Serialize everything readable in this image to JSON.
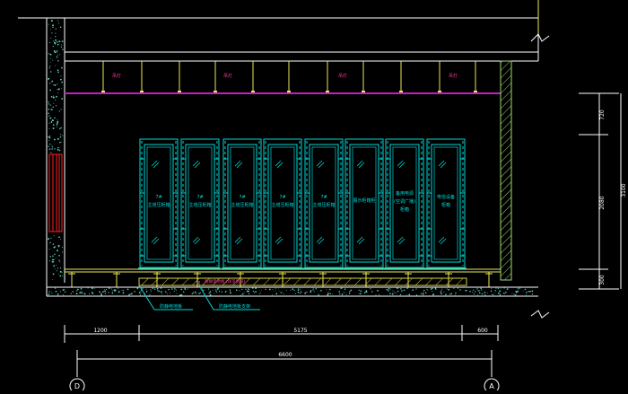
{
  "colors": {
    "background": "#000000",
    "wall": "#ffffff",
    "hatch": "#7fd3c8",
    "cabinet": "#00d8d8",
    "dimension": "#ffffff",
    "axis": "#e8e85a",
    "magenta": "#c020c0",
    "red": "#ff2020",
    "tag": "#ff3aa0",
    "floor_hatch": "#d8d040"
  },
  "ceiling_tags": [
    "吊灯",
    "吊灯",
    "吊灯",
    "吊灯"
  ],
  "cabinets": [
    {
      "line1": "7#",
      "line2": "主增压柜箱"
    },
    {
      "line1": "7#",
      "line2": "主增压柜箱"
    },
    {
      "line1": "7#",
      "line2": "主增压柜箱"
    },
    {
      "line1": "7#",
      "line2": "主增压柜箱"
    },
    {
      "line1": "7#",
      "line2": "主增压柜箱"
    },
    {
      "line1": "",
      "line2": "展示柜箱柜"
    },
    {
      "line1": "备用电源",
      "line2": "(空调广播)",
      "line3": "柜箱"
    },
    {
      "line1": "",
      "line2": "电信设备",
      "line3": "柜箱"
    }
  ],
  "callouts": {
    "floor_tag": "防静电地板 (详见图纸)",
    "label_left": "防静电地板",
    "label_right": "防静电地板支架"
  },
  "dimensions": {
    "bottom_segments": [
      "1200",
      "5175",
      "600"
    ],
    "bottom_total": "6600",
    "right_segments": [
      "720",
      "2080",
      "300"
    ],
    "right_total": "3100"
  },
  "axes": {
    "left": "D",
    "right": "A"
  }
}
